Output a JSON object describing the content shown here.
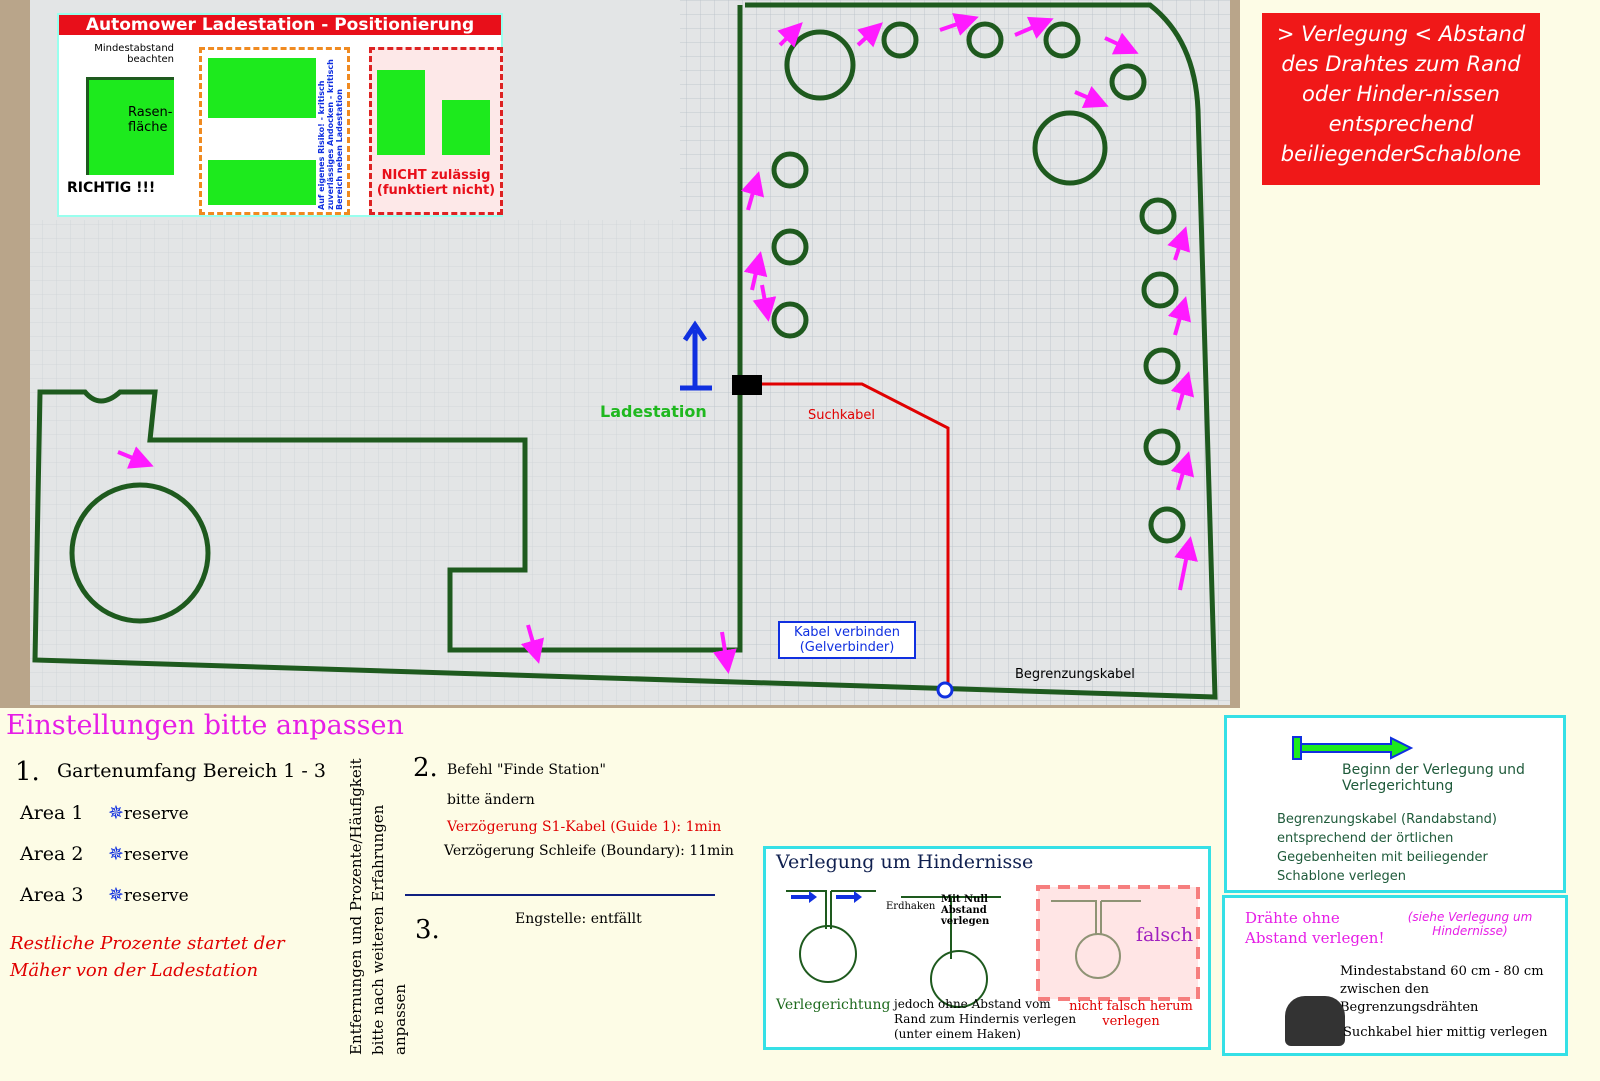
{
  "legend_card": {
    "title": "Automower Ladestation - Positionierung",
    "min_distance": "Mindestabstand beachten",
    "lawn": "Rasen-fläche",
    "correct": "RICHTIG !!!",
    "risk_text": "Auf eigenes Risiko! - kritisch zuverlässiges Andocken - kritisch Bereich neben Ladestation",
    "not_allowed": "NICHT zulässig (funktiert nicht)"
  },
  "top_right_note": "> Verlegung < Abstand des Drahtes zum Rand oder Hinder-nissen entsprechend beiliegenderSchablone",
  "map": {
    "charging_station": "Ladestation",
    "guide_cable": "Suchkabel",
    "connect_label": "Kabel verbinden (Gelverbinder)",
    "boundary_cable": "Begrenzungskabel"
  },
  "settings": {
    "title": "Einstellungen bitte anpassen",
    "s1_num": "1.",
    "s1_title": "Gartenumfang Bereich 1 - 3",
    "areas": [
      {
        "label": "Area 1",
        "num": "1",
        "value": "reserve"
      },
      {
        "label": "Area 2",
        "num": "2",
        "value": "reserve"
      },
      {
        "label": "Area 3",
        "num": "3",
        "value": "reserve"
      }
    ],
    "remaining": "Restliche Prozente  startet der Mäher von der Ladestation",
    "vertical_note": "Entfernungen und Prozente/Häufigkeit bitte nach weiteren Erfahrungen anpassen",
    "s2_num": "2.",
    "s2_title": "Befehl \"Finde Station\"",
    "s2_sub": "bitte ändern",
    "s2_delay_guide": "Verzögerung S1-Kabel (Guide 1): 1min",
    "s2_delay_boundary": "Verzögerung Schleife (Boundary): 11min",
    "s3_num": "3.",
    "s3_text": "Engstelle: entfällt"
  },
  "obstacles_box": {
    "title": "Verlegung um Hindernisse",
    "direction": "Verlegerichtung",
    "hooks": "Erdhaken",
    "zero": "Mit Null Abstand verlegen",
    "no_gap": "jedoch ohne Abstand vom Rand zum Hindernis verlegen (unter einem Haken)",
    "wrong": "falsch",
    "wrong_caption": "nicht falsch herum verlegen"
  },
  "legend_box": {
    "start": "Beginn der Verlegung und Verlegerichtung",
    "boundary": "Begrenzungskabel (Randabstand) entsprechend der örtlichen Gegebenheiten mit beiliegender Schablone verlegen"
  },
  "info_box": {
    "wires": "Drähte ohne Abstand verlegen!",
    "see": "(siehe Verlegung um Hindernisse)",
    "min_dist": "Mindestabstand 60 cm - 80 cm zwischen den Begrenzungsdrähten",
    "guide_center": "Suchkabel hier mittig verlegen"
  },
  "colors": {
    "boundary": "#1e5a1e",
    "guide": "#e00000",
    "arrow": "#ff1aff",
    "cyan": "#35e0e6"
  }
}
